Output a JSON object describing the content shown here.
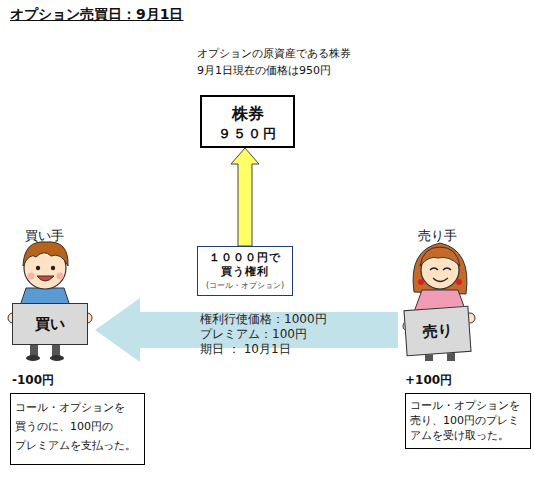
{
  "diagram": {
    "title": "オプション売買日：9月1日",
    "nodes": [
      {
        "text": [
          "オプションの原資産である株券 9月1日現在の価格は950円",
          "株券",
          "９５０円"
        ]
      },
      {
        "text": [
          "１０００円で 買う権利",
          "(コール・オプション)"
        ]
      },
      {
        "text": [
          "買い手",
          "買い"
        ]
      },
      {
        "text": [
          "売り手",
          "売り"
        ]
      },
      {
        "text": [
          "コール・オプションを 買うのに、100円の プレミアムを支払った。"
        ]
      },
      {
        "text": [
          "コール・オプションを 売り、100円のプレミ アムを受け取った。"
        ]
      }
    ],
    "edges": [
      {
        "from": 1,
        "to": 0,
        "arrow": "to"
      },
      {
        "from": 3,
        "to": 2,
        "label": "権利行使価格：1000円 プレミアム：100円 期日 ： 10月1日",
        "arrow": "to"
      }
    ],
    "labels": [
      "-100円",
      "+100円"
    ]
  }
}
